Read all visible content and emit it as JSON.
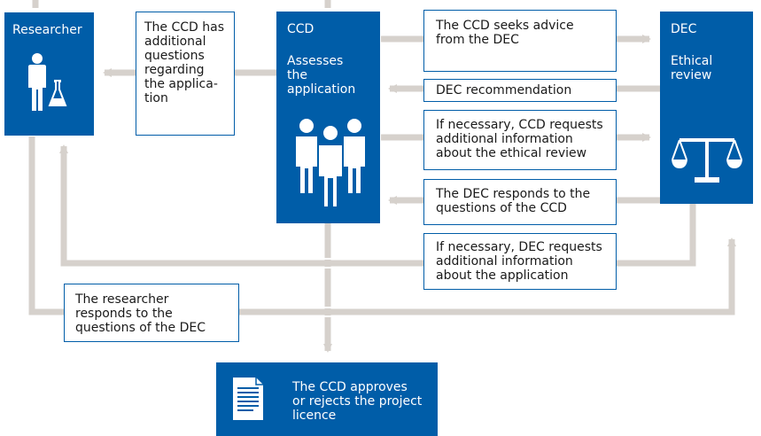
{
  "actors": {
    "researcher": "Researcher",
    "ccd": "CCD",
    "ccd_sub": "Assesses\nthe\napplication",
    "dec": "DEC",
    "dec_sub": "Ethical\nreview"
  },
  "messages": {
    "ccd_questions": "The CCD has\nadditional\nquestions\nregarding\nthe applica-\ntion",
    "ccd_seeks_advice": "The CCD seeks advice\nfrom the DEC",
    "dec_recommendation": "DEC recommendation",
    "ccd_requests_info": "If necessary, CCD requests\nadditional information\nabout the ethical review",
    "dec_responds": "The DEC responds to the\nquestions of the CCD",
    "dec_requests_info": "If necessary, DEC requests\nadditional information\nabout the application",
    "researcher_responds": "The researcher\nresponds to the\nquestions of the DEC"
  },
  "outcome": "The CCD approves\nor rejects the project\nlicence",
  "icons": [
    "person-with-flask-icon",
    "group-of-people-icon",
    "scales-icon",
    "document-icon"
  ],
  "colors": {
    "box_blue": "#005da8",
    "arrow_grey": "#d6d1cc",
    "text_dark": "#1a1a1a"
  }
}
